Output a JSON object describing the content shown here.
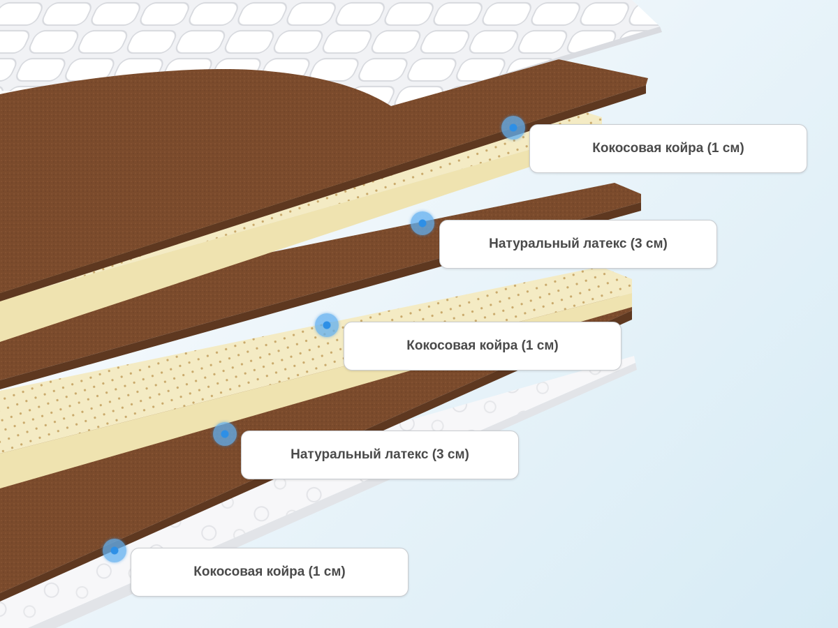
{
  "layers": [
    {
      "label": "Кокосовая койра (1 см)",
      "material": "coconut-coir",
      "color": "#7a4a2b"
    },
    {
      "label": "Натуральный латекс (3 см)",
      "material": "natural-latex",
      "color": "#f3eac0"
    },
    {
      "label": "Кокосовая койра (1 см)",
      "material": "coconut-coir",
      "color": "#7a4a2b"
    },
    {
      "label": "Натуральный латекс (3 см)",
      "material": "natural-latex",
      "color": "#f3eac0"
    },
    {
      "label": "Кокосовая койра (1 см)",
      "material": "coconut-coir",
      "color": "#7a4a2b"
    }
  ],
  "colors": {
    "coir": "#7a4a2b",
    "latex": "#f3eac0",
    "cover": "#f4f4f6",
    "marker": "#3a96e8"
  }
}
